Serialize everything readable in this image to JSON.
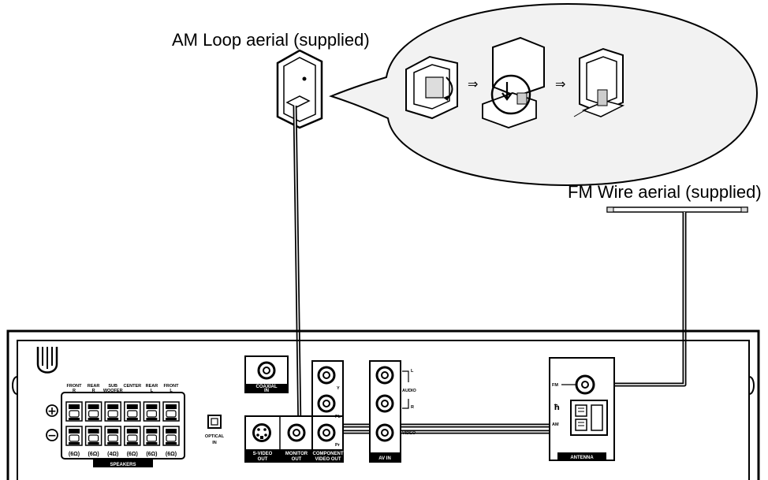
{
  "labels": {
    "am_aerial": "AM Loop aerial (supplied)",
    "fm_aerial": "FM Wire aerial (supplied)"
  },
  "speakers": {
    "channels": [
      {
        "top": "FRONT",
        "bottom": "R",
        "impedance": "(6Ω)"
      },
      {
        "top": "REAR",
        "bottom": "R",
        "impedance": "(6Ω)"
      },
      {
        "top": "SUB",
        "bottom": "WOOFER",
        "impedance": "(4Ω)"
      },
      {
        "top": "CENTER",
        "bottom": "",
        "impedance": "(6Ω)"
      },
      {
        "top": "REAR",
        "bottom": "L",
        "impedance": "(6Ω)"
      },
      {
        "top": "FRONT",
        "bottom": "L",
        "impedance": "(6Ω)"
      }
    ],
    "group_label": "SPEAKERS",
    "plus": "+",
    "minus": "−"
  },
  "jacks": {
    "optical": [
      "OPTICAL",
      "IN"
    ],
    "coaxial": [
      "COAXIAL",
      "IN"
    ],
    "svideo": [
      "S-VIDEO",
      "OUT"
    ],
    "monitor": [
      "MONITOR",
      "OUT"
    ],
    "component": [
      "COMPONENT",
      "VIDEO OUT"
    ],
    "y": "Y",
    "pb": "Pb",
    "pr": "Pr",
    "av_in": "AV IN",
    "audio": "AUDIO",
    "l": "L",
    "r": "R",
    "video": "VIDEO"
  },
  "antenna": {
    "fm": "FM",
    "am": "AM",
    "label": "ANTENNA"
  },
  "colors": {
    "ink": "#000000",
    "paper": "#ffffff",
    "speech_bubble": "#f2f2f2"
  }
}
